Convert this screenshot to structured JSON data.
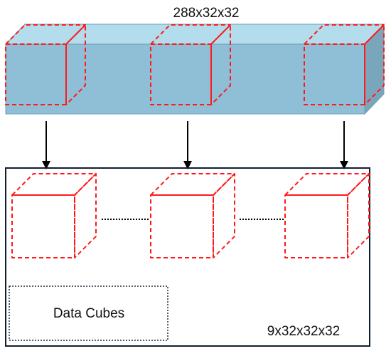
{
  "volume": {
    "label": "288x32x32",
    "colors": {
      "front": "#8fbfd6",
      "top": "#b3dcec",
      "side": "#7aa6bc",
      "edge": "#6f9fb6"
    }
  },
  "cubes": {
    "count_top": 3,
    "count_bottom": 3,
    "stroke_color": "#ff1a1a"
  },
  "output_box": {
    "label": "9x32x32x32",
    "border_color": "#0f1e2d"
  },
  "legend": {
    "label": "Data Cubes"
  },
  "arrows": {
    "count": 3,
    "color": "#000000"
  },
  "connectors": {
    "count": 2,
    "style": "dotted"
  }
}
